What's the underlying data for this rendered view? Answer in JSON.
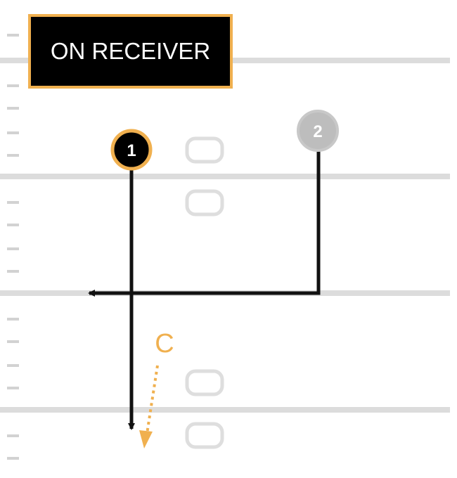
{
  "title": "ON RECEIVER",
  "colors": {
    "accent": "#f0b04f",
    "route": "#111111",
    "player_primary": "#000000",
    "player_secondary": "#bdbdbd",
    "yard_line": "#dcdcdc",
    "hash_mark": "#d2d2d2",
    "blocker_outline": "#dedede"
  },
  "players": [
    {
      "label": "1",
      "role": "targeted receiver"
    },
    {
      "label": "2",
      "role": "receiver"
    }
  ],
  "defender_marker": {
    "label": "C"
  }
}
